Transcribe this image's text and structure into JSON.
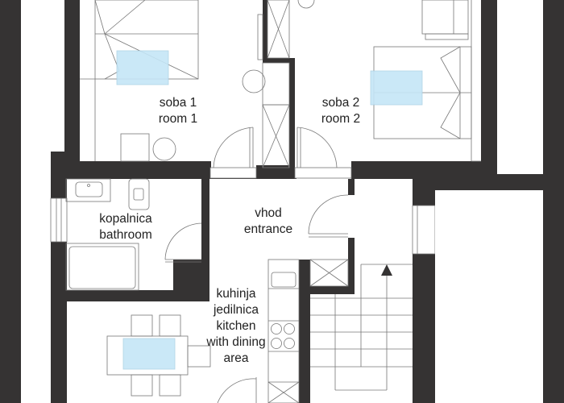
{
  "diagram": {
    "type": "floor-plan",
    "colors": {
      "wall": "#353333",
      "line": "#777777",
      "highlight": "#c5e6f7",
      "highlight_stroke": "#a9cfe3",
      "text": "#222222",
      "background": "#ffffff"
    },
    "rooms": [
      {
        "id": "room1",
        "lines": [
          "soba 1",
          "room 1"
        ]
      },
      {
        "id": "room2",
        "lines": [
          "soba 2",
          "room 2"
        ]
      },
      {
        "id": "bathroom",
        "lines": [
          "kopalnica",
          "bathroom"
        ]
      },
      {
        "id": "entrance",
        "lines": [
          "vhod",
          "entrance"
        ]
      },
      {
        "id": "kitchen",
        "lines": [
          "kuhinja",
          "jedilnica",
          "kitchen",
          "with dining",
          "area"
        ]
      }
    ],
    "symbols": [
      "bed",
      "double-bed",
      "wardrobe",
      "dining-table",
      "chairs",
      "stove",
      "sink",
      "toilet",
      "bathtub",
      "doors",
      "windows",
      "staircase",
      "stair-direction-arrow"
    ]
  }
}
